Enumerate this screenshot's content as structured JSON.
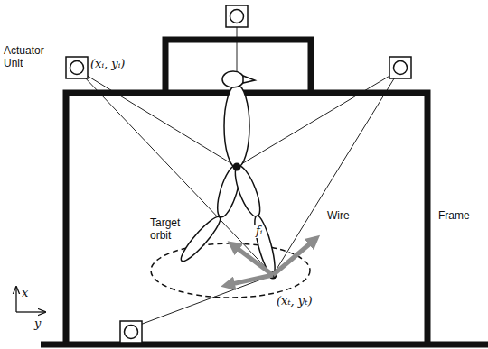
{
  "diagram": {
    "labels": [
      "Actuator Unit",
      "(xᵢ, yᵢ)",
      "Target orbit",
      "fᵢ",
      "Wire",
      "Frame",
      "x",
      "y",
      "(xₜ, yₜ)"
    ]
  }
}
